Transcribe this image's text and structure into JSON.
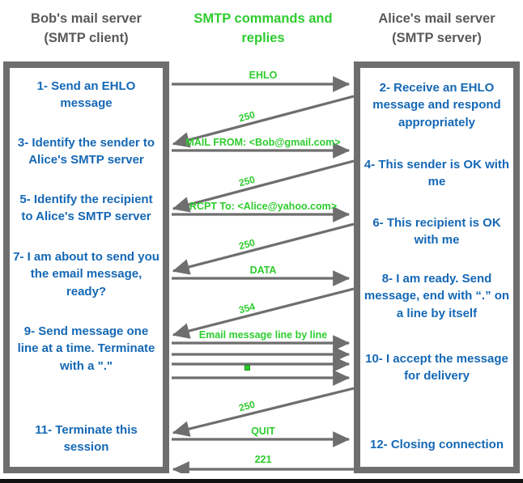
{
  "headers": {
    "left": "Bob's mail server\n(SMTP client)",
    "left_line1": "Bob's mail server",
    "left_line2": "(SMTP client)",
    "middle_line1": "SMTP commands and",
    "middle_line2": "replies",
    "right_line1": "Alice's mail server",
    "right_line2": "(SMTP server)"
  },
  "colors": {
    "blue_text": "#1568B5",
    "green_text": "#2ECC2E",
    "gray_border": "#6E6E6E",
    "gray_header": "#595959",
    "arrow": "#6E6E6E",
    "background": "#FFFFFF"
  },
  "client_steps": [
    {
      "id": 1,
      "text": "1- Send an EHLO message"
    },
    {
      "id": 3,
      "text": "3- Identify the sender to Alice's SMTP server"
    },
    {
      "id": 5,
      "text": "5- Identify the recipient to Alice's SMTP server"
    },
    {
      "id": 7,
      "text": "7- I am about to send you the email message, ready?"
    },
    {
      "id": 9,
      "text": "9- Send message one line at a time. Terminate with a \".\""
    },
    {
      "id": 11,
      "text": "11- Terminate this session"
    }
  ],
  "server_steps": [
    {
      "id": 2,
      "text": "2- Receive an EHLO message and respond appropriately"
    },
    {
      "id": 4,
      "text": "4- This sender is OK with me"
    },
    {
      "id": 6,
      "text": "6- This recipient is OK with me"
    },
    {
      "id": 8,
      "text": "8-  I am ready. Send message, end with “.” on a line by itself"
    },
    {
      "id": 10,
      "text": "10-  I accept the message for delivery"
    },
    {
      "id": 12,
      "text": "12-  Closing connection"
    }
  ],
  "messages": [
    {
      "label": "EHLO",
      "direction": "client-to-server",
      "style": "horizontal"
    },
    {
      "label": "250",
      "direction": "server-to-client",
      "style": "diagonal"
    },
    {
      "label": "MAIL FROM: <Bob@gmail.com>",
      "direction": "client-to-server",
      "style": "horizontal"
    },
    {
      "label": "250",
      "direction": "server-to-client",
      "style": "diagonal"
    },
    {
      "label": "RCPT To: <Alice@yahoo.com>",
      "direction": "client-to-server",
      "style": "horizontal"
    },
    {
      "label": "250",
      "direction": "server-to-client",
      "style": "diagonal"
    },
    {
      "label": "DATA",
      "direction": "client-to-server",
      "style": "horizontal"
    },
    {
      "label": "354",
      "direction": "server-to-client",
      "style": "diagonal"
    },
    {
      "label": "Email message line by line",
      "direction": "client-to-server",
      "style": "horizontal"
    },
    {
      "label": "",
      "direction": "client-to-server",
      "style": "horizontal"
    },
    {
      "label": "",
      "direction": "client-to-server",
      "style": "horizontal"
    },
    {
      "label": "",
      "direction": "client-to-server",
      "style": "horizontal",
      "marker": "green-square-dot"
    },
    {
      "label": "250",
      "direction": "server-to-client",
      "style": "diagonal"
    },
    {
      "label": "QUIT",
      "direction": "client-to-server",
      "style": "horizontal"
    },
    {
      "label": "221",
      "direction": "server-to-client",
      "style": "horizontal"
    }
  ]
}
